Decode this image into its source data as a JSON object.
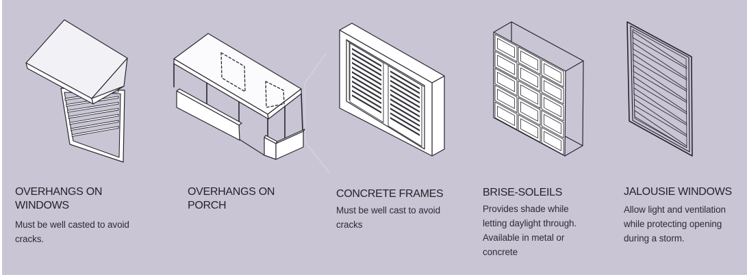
{
  "panel": {
    "background_color": "#c9c5d5",
    "line_color": "#26262e",
    "text_color": "#2c2c32"
  },
  "items": [
    {
      "title": "OVERHANGS ON WINDOWS",
      "description": "Must be well casted to avoid cracks.",
      "illustration": "awning-over-louvered-window-icon"
    },
    {
      "title": "OVERHANGS ON PORCH",
      "description": "",
      "illustration": "flat-roof-porch-overhang-icon"
    },
    {
      "title": "CONCRETE FRAMES",
      "description": "Must be well cast to avoid cracks",
      "illustration": "concrete-frame-louvered-window-icon"
    },
    {
      "title": "BRISE-SOLEILS",
      "description": "Provides shade while letting daylight through.",
      "description2": "Available in metal or concrete",
      "illustration": "brise-soleil-grid-screen-icon"
    },
    {
      "title": "JALOUSIE WINDOWS",
      "description": "Allow light and ventilation while protecting opening during a storm.",
      "illustration": "jalousie-louvered-window-icon"
    }
  ]
}
